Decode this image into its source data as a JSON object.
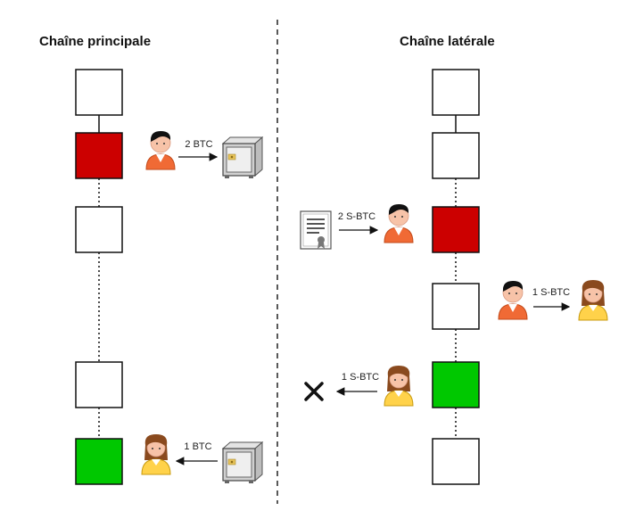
{
  "main_chain": {
    "title": "Chaîne principale",
    "lock_label": "2 BTC",
    "release_label": "1 BTC"
  },
  "side_chain": {
    "title": "Chaîne latérale",
    "certificate_label": "2 S-BTC",
    "transfer_label": "1 S-BTC",
    "burn_label": "1 S-BTC"
  },
  "colors": {
    "red_block": "#cc0000",
    "green_block": "#00c800",
    "block_border": "#111111",
    "person_male": "#f06a35",
    "person_female": "#ffd24a"
  },
  "icons": [
    "man-icon",
    "woman-icon",
    "safe-icon",
    "certificate-icon",
    "cross-icon"
  ]
}
